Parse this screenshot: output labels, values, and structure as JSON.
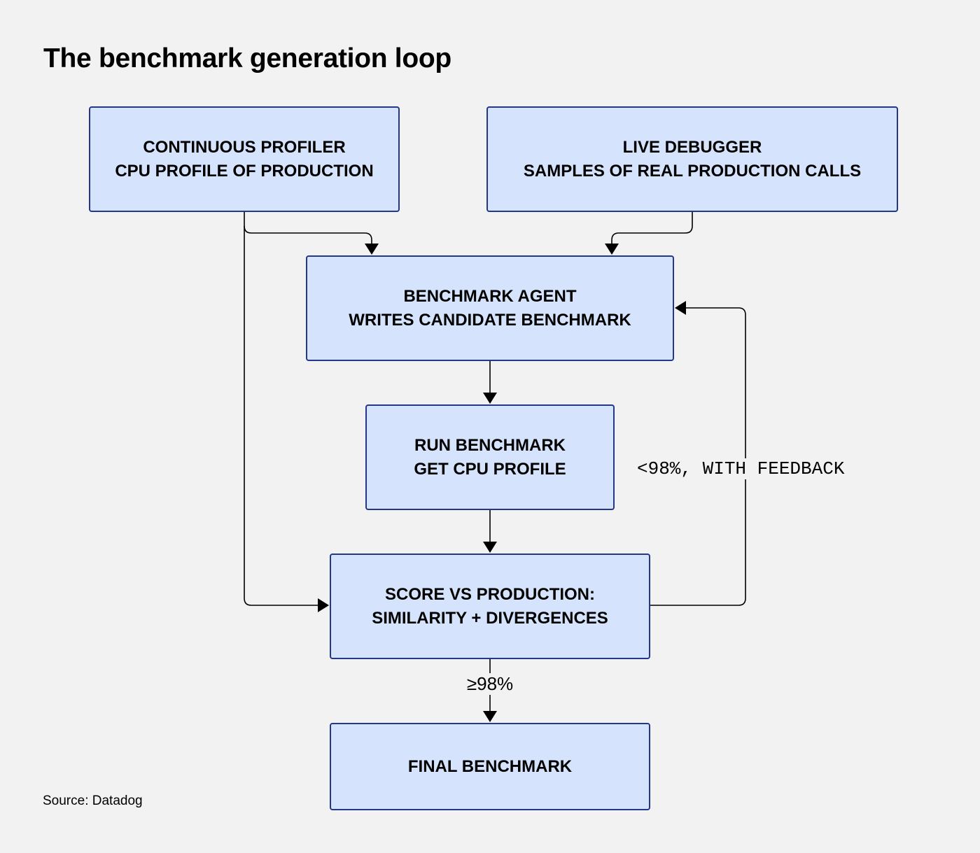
{
  "title": "The benchmark generation loop",
  "nodes": {
    "profiler": {
      "line1": "CONTINUOUS PROFILER",
      "line2": "CPU PROFILE OF PRODUCTION"
    },
    "debugger": {
      "line1": "LIVE DEBUGGER",
      "line2": "SAMPLES OF REAL PRODUCTION CALLS"
    },
    "agent": {
      "line1": "BENCHMARK AGENT",
      "line2": "WRITES CANDIDATE BENCHMARK"
    },
    "run": {
      "line1": "RUN BENCHMARK",
      "line2": "GET CPU PROFILE"
    },
    "score": {
      "line1": "SCORE VS PRODUCTION:",
      "line2": "SIMILARITY + DIVERGENCES"
    },
    "final": {
      "line1": "FINAL BENCHMARK"
    }
  },
  "edge_labels": {
    "feedback": "<98%, WITH FEEDBACK",
    "threshold": "≥98%"
  },
  "colors": {
    "box_fill": "#d5e4fc",
    "box_border": "#24388a",
    "background": "#f2f2f2",
    "line": "#000000"
  },
  "source": "Source: Datadog"
}
